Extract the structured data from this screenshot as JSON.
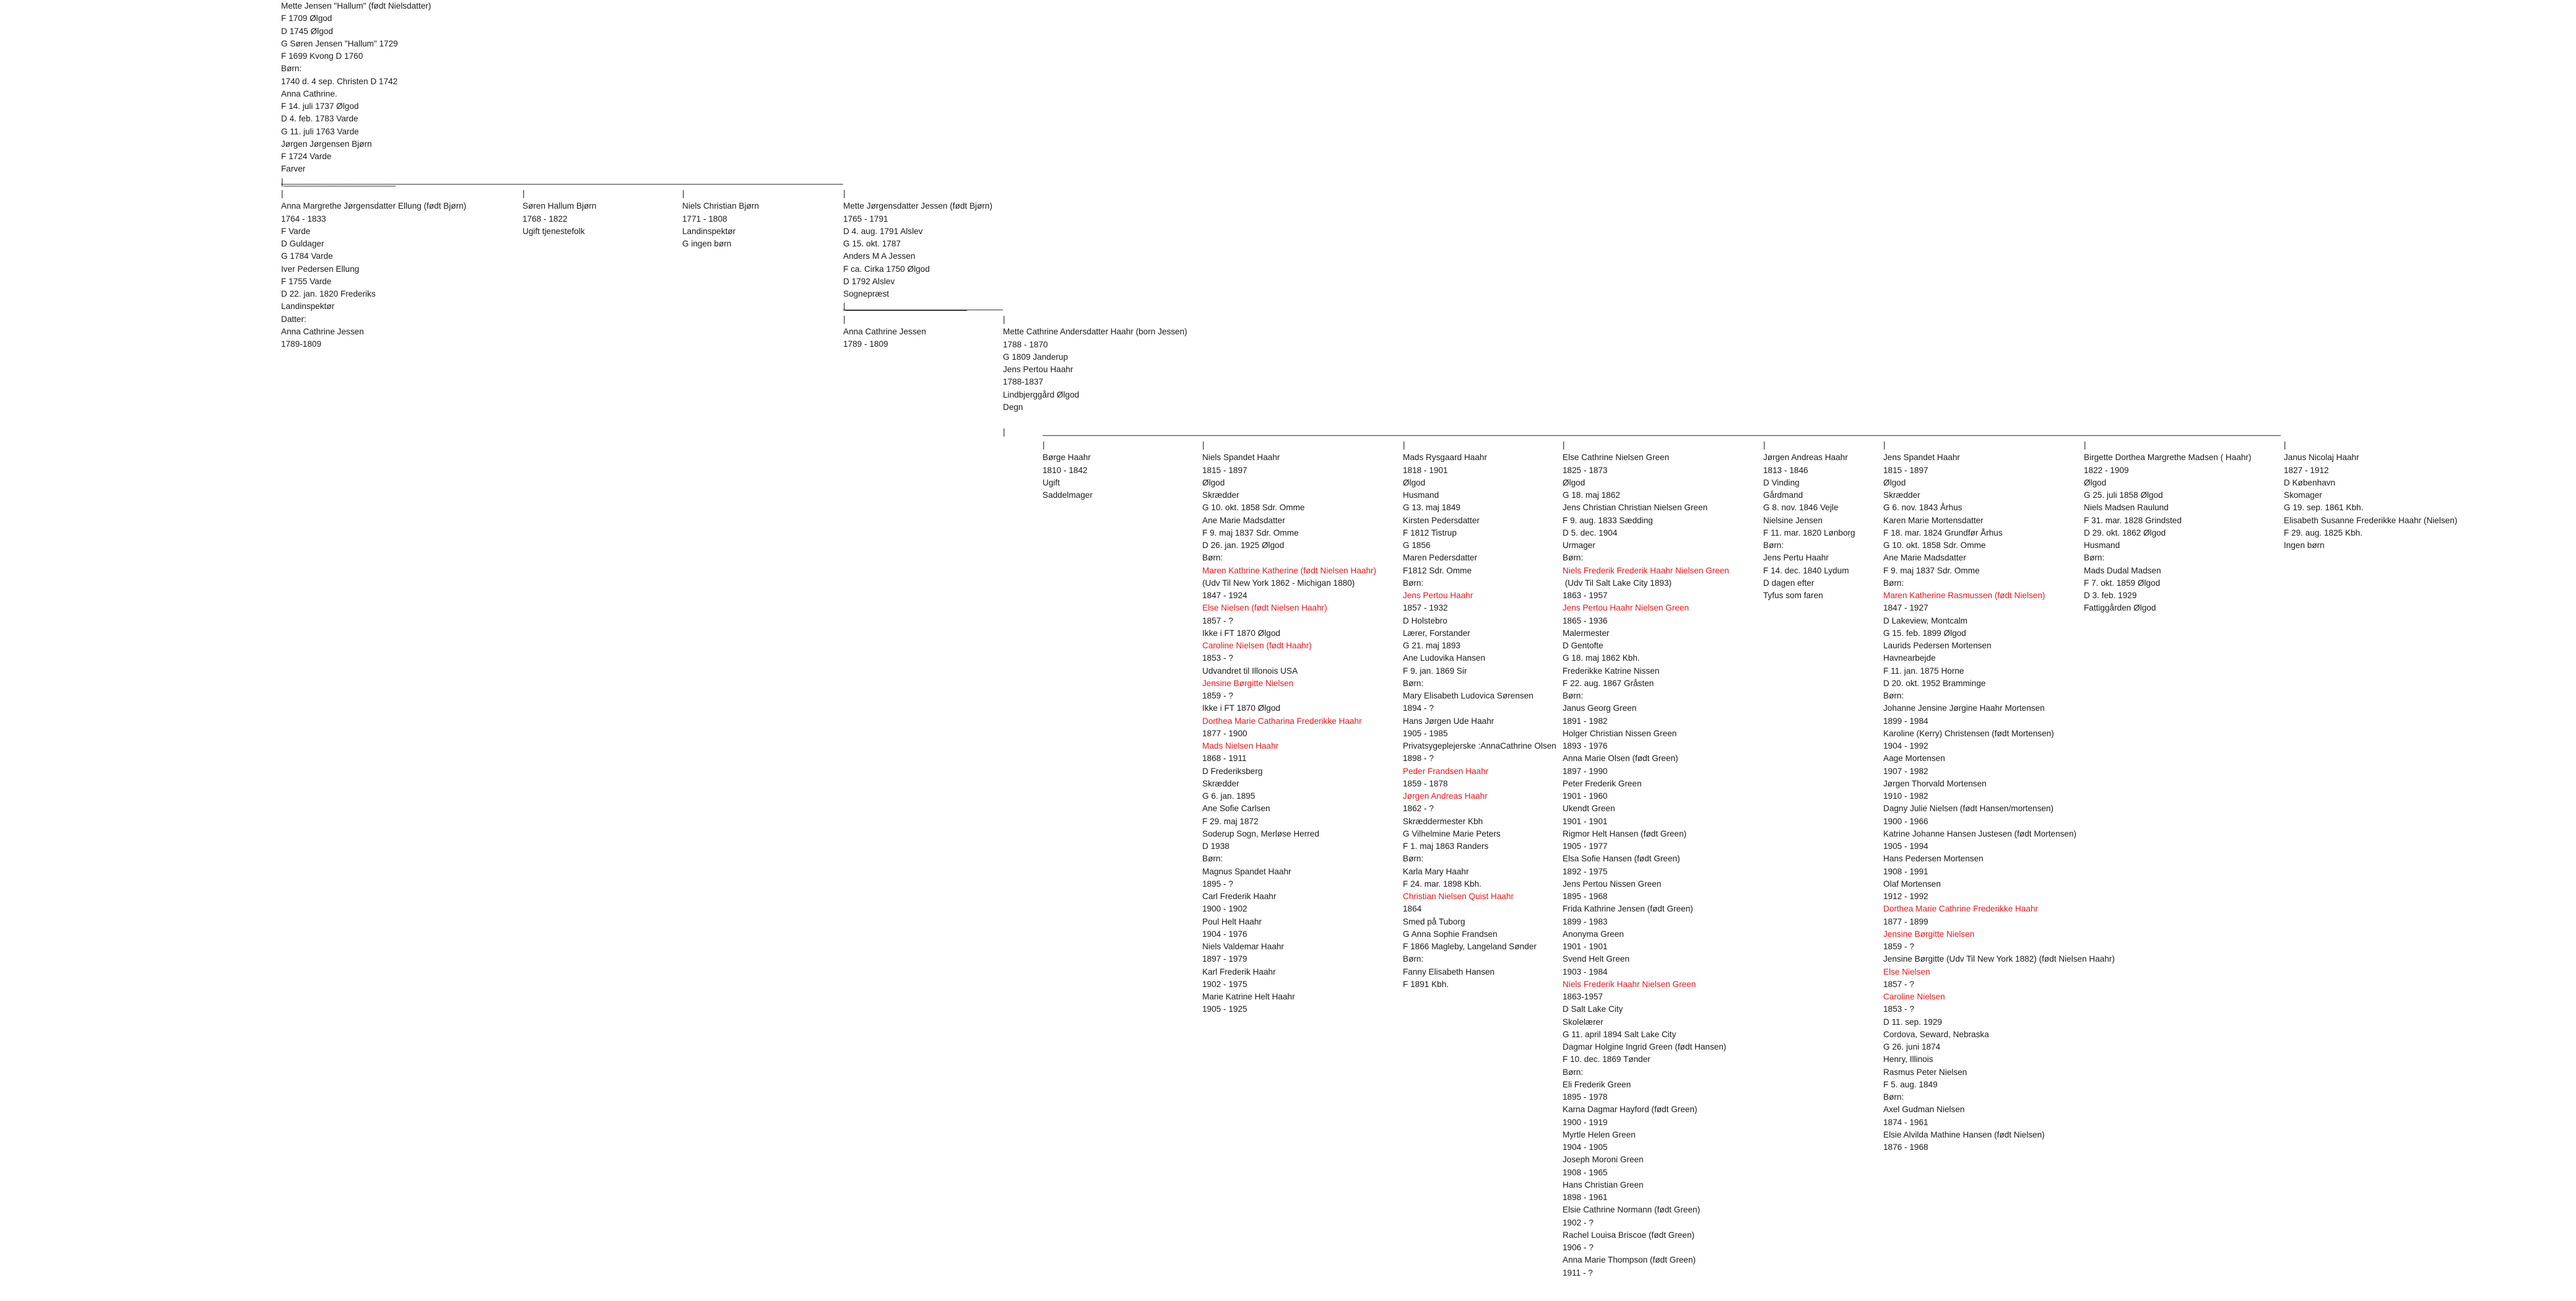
{
  "blocks": [
    {
      "id": "mette-hallum",
      "lines": [
        {
          "t": "Mette Jensen \"Hallum\" (født Nielsdatter)"
        },
        {
          "t": "F 1709 Ølgod"
        },
        {
          "t": "D 1745 Ølgod"
        },
        {
          "t": "G Søren Jensen \"Hallum\" 1729"
        },
        {
          "t": "F 1699 Kvong D 1760"
        },
        {
          "t": "Børn:"
        },
        {
          "t": "1740 d. 4 sep. Christen D 1742"
        },
        {
          "t": "Anna Cathrine."
        },
        {
          "t": "F 14. juli 1737 Ølgod"
        },
        {
          "t": "D 4. feb. 1783 Varde"
        },
        {
          "t": "G 11. juli 1763 Varde"
        },
        {
          "t": "Jørgen Jørgensen Bjørn"
        },
        {
          "t": "F 1724 Varde"
        },
        {
          "t": "Farver"
        },
        {
          "t": "|________________________"
        }
      ]
    },
    {
      "id": "anna-margrethe",
      "lines": [
        {
          "t": "|"
        },
        {
          "t": "Anna Margrethe Jørgensdatter Ellung (født Bjørn)"
        },
        {
          "t": "1764 - 1833"
        },
        {
          "t": "F Varde"
        },
        {
          "t": "D Guldager"
        },
        {
          "t": "G 1784 Varde"
        },
        {
          "t": "Iver Pedersen Ellung"
        },
        {
          "t": "F 1755 Varde"
        },
        {
          "t": "D 22. jan. 1820 Frederiks"
        },
        {
          "t": "Landinspektør"
        },
        {
          "t": "Datter:"
        },
        {
          "t": "Anna Cathrine Jessen"
        },
        {
          "t": "1789-1809"
        }
      ]
    },
    {
      "id": "soeren-hallum",
      "lines": [
        {
          "t": "|"
        },
        {
          "t": "Søren Hallum Bjørn"
        },
        {
          "t": "1768 - 1822"
        },
        {
          "t": "Ugift tjenestefolk"
        }
      ]
    },
    {
      "id": "niels-christian",
      "lines": [
        {
          "t": "|"
        },
        {
          "t": "Niels Christian Bjørn"
        },
        {
          "t": "1771 - 1808"
        },
        {
          "t": "Landinspektør"
        },
        {
          "t": "G ingen børn"
        }
      ]
    },
    {
      "id": "mette-joergensdatter",
      "lines": [
        {
          "t": "|"
        },
        {
          "t": "Mette Jørgensdatter Jessen (født Bjørn)"
        },
        {
          "t": "1765 - 1791"
        },
        {
          "t": "D 4. aug. 1791 Alslev"
        },
        {
          "t": "G 15. okt. 1787"
        },
        {
          "t": "Anders M A Jessen"
        },
        {
          "t": "F ca. Cirka 1750 Ølgod"
        },
        {
          "t": "D 1792 Alslev"
        },
        {
          "t": "Sognepræst"
        },
        {
          "t": "|__________________________"
        },
        {
          "t": "|"
        },
        {
          "t": "Anna Cathrine Jessen"
        },
        {
          "t": "1789 - 1809"
        }
      ]
    },
    {
      "id": "mette-cathrine",
      "lines": [
        {
          "t": "|"
        },
        {
          "t": "Mette Cathrine Andersdatter Haahr (born Jessen)"
        },
        {
          "t": "1788 - 1870"
        },
        {
          "t": "G 1809 Janderup"
        },
        {
          "t": "Jens Pertou Haahr"
        },
        {
          "t": "1788-1837"
        },
        {
          "t": "Lindbjerggård Ølgod"
        },
        {
          "t": "Degn"
        },
        {
          "t": ""
        },
        {
          "t": "|"
        }
      ]
    },
    {
      "id": "boerge-haahr",
      "lines": [
        {
          "t": "|"
        },
        {
          "t": "Børge Haahr"
        },
        {
          "t": "1810 - 1842"
        },
        {
          "t": "Ugift"
        },
        {
          "t": "Saddelmager"
        }
      ]
    },
    {
      "id": "niels-spandet",
      "lines": [
        {
          "t": "|"
        },
        {
          "t": "Niels Spandet Haahr"
        },
        {
          "t": "1815 - 1897"
        },
        {
          "t": "Ølgod"
        },
        {
          "t": "Skrædder"
        },
        {
          "t": "G 10. okt. 1858 Sdr. Omme"
        },
        {
          "t": "Ane Marie Madsdatter"
        },
        {
          "t": "F 9. maj 1837 Sdr. Omme"
        },
        {
          "t": "D 26. jan. 1925 Ølgod"
        },
        {
          "t": "Børn:"
        },
        {
          "t": "Maren Kathrine Katherine (født Nielsen Haahr)",
          "r": true
        },
        {
          "t": "(Udv Til New York 1862 - Michigan 1880)"
        },
        {
          "t": "1847 - 1924"
        },
        {
          "t": "Else Nielsen (født Nielsen Haahr)",
          "r": true
        },
        {
          "t": "1857 - ?"
        },
        {
          "t": "Ikke i FT 1870 Ølgod"
        },
        {
          "t": "Caroline Nielsen (født Haahr)",
          "r": true
        },
        {
          "t": "1853 - ?"
        },
        {
          "t": "Udvandret til Illonois USA"
        },
        {
          "t": "Jensine Børgitte Nielsen",
          "r": true
        },
        {
          "t": "1859 - ?"
        },
        {
          "t": "Ikke i FT 1870 Ølgod"
        },
        {
          "t": "Dorthea Marie Catharina Frederikke Haahr",
          "r": true
        },
        {
          "t": "1877 - 1900"
        },
        {
          "t": "Mads Nielsen Haahr",
          "r": true
        },
        {
          "t": "1868 - 1911"
        },
        {
          "t": "D Frederiksberg"
        },
        {
          "t": "Skrædder"
        },
        {
          "t": "G 6. jan. 1895"
        },
        {
          "t": "Ane Sofie Carlsen"
        },
        {
          "t": "F 29. maj 1872"
        },
        {
          "t": "Soderup Sogn, Merløse Herred"
        },
        {
          "t": "D 1938"
        },
        {
          "t": "Børn:"
        },
        {
          "t": "Magnus Spandet Haahr"
        },
        {
          "t": "1895 - ?"
        },
        {
          "t": "Carl Frederik Haahr"
        },
        {
          "t": "1900 - 1902"
        },
        {
          "t": "Poul Helt Haahr"
        },
        {
          "t": "1904 - 1976"
        },
        {
          "t": "Niels Valdemar Haahr"
        },
        {
          "t": "1897 - 1979"
        },
        {
          "t": "Karl Frederik Haahr"
        },
        {
          "t": "1902 - 1975"
        },
        {
          "t": "Marie Katrine Helt Haahr"
        },
        {
          "t": "1905 - 1925"
        }
      ]
    },
    {
      "id": "mads-rysgaard",
      "lines": [
        {
          "t": "|"
        },
        {
          "t": "Mads Rysgaard Haahr"
        },
        {
          "t": "1818 - 1901"
        },
        {
          "t": "Ølgod"
        },
        {
          "t": "Husmand"
        },
        {
          "t": "G 13. maj 1849"
        },
        {
          "t": "Kirsten Pedersdatter"
        },
        {
          "t": "F 1812 Tistrup"
        },
        {
          "t": "G 1856"
        },
        {
          "t": "Maren Pedersdatter"
        },
        {
          "t": "F1812 Sdr. Omme"
        },
        {
          "t": "Børn:"
        },
        {
          "t": "Jens Pertou Haahr",
          "r": true
        },
        {
          "t": "1857 - 1932"
        },
        {
          "t": "D Holstebro"
        },
        {
          "t": "Lærer, Forstander"
        },
        {
          "t": "G 21. maj 1893"
        },
        {
          "t": "Ane Ludovika Hansen"
        },
        {
          "t": "F 9. jan. 1869 Sir"
        },
        {
          "t": "Børn:"
        },
        {
          "t": "Mary Elisabeth Ludovica Sørensen"
        },
        {
          "t": "1894 - ?"
        },
        {
          "t": "Hans Jørgen Ude Haahr"
        },
        {
          "t": "1905 - 1985"
        },
        {
          "t": "Privatsygeplejerske :AnnaCathrine Olsen"
        },
        {
          "t": "1898 - ?"
        },
        {
          "t": "Peder Frandsen Haahr",
          "r": true
        },
        {
          "t": "1859 - 1878"
        },
        {
          "t": "Jørgen Andreas Haahr",
          "r": true
        },
        {
          "t": "1862 - ?"
        },
        {
          "t": "Skræddermester Kbh"
        },
        {
          "t": "G Vilhelmine Marie Peters"
        },
        {
          "t": "F 1. maj 1863 Randers"
        },
        {
          "t": "Børn:"
        },
        {
          "t": "Karla Mary Haahr"
        },
        {
          "t": "F 24. mar. 1898 Kbh."
        },
        {
          "t": "Christian Nielsen Quist Haahr",
          "r": true
        },
        {
          "t": "1864"
        },
        {
          "t": "Smed på Tuborg"
        },
        {
          "t": "G Anna Sophie Frandsen"
        },
        {
          "t": "F 1866 Magleby, Langeland Sønder"
        },
        {
          "t": "Børn:"
        },
        {
          "t": "Fanny Elisabeth Hansen"
        },
        {
          "t": "F 1891 Kbh."
        }
      ]
    },
    {
      "id": "else-cathrine",
      "lines": [
        {
          "t": "|"
        },
        {
          "t": "Else Cathrine Nielsen Green"
        },
        {
          "t": "1825 - 1873"
        },
        {
          "t": "Ølgod"
        },
        {
          "t": "G 18. maj 1862"
        },
        {
          "t": "Jens Christian Christian Nielsen Green"
        },
        {
          "t": "F 9. aug. 1833 Sædding"
        },
        {
          "t": "D 5. dec. 1904"
        },
        {
          "t": "Urmager"
        },
        {
          "t": "Børn:"
        },
        {
          "t": "Niels Frederik Frederik Haahr Nielsen Green",
          "r": true
        },
        {
          "t": " (Udv Til Salt Lake City 1893)"
        },
        {
          "t": "1863 - 1957"
        },
        {
          "t": "Jens Pertou Haahr Nielsen Green",
          "r": true
        },
        {
          "t": "1865 - 1936"
        },
        {
          "t": "Malermester"
        },
        {
          "t": "D Gentofte"
        },
        {
          "t": "G 18. maj 1862 Kbh."
        },
        {
          "t": "Frederikke Katrine Nissen"
        },
        {
          "t": "F 22. aug. 1867 Gråsten"
        },
        {
          "t": "Børn:"
        },
        {
          "t": "Janus Georg Green"
        },
        {
          "t": "1891 - 1982"
        },
        {
          "t": "Holger Christian Nissen Green"
        },
        {
          "t": "1893 - 1976"
        },
        {
          "t": "Anna Marie Olsen (født Green)"
        },
        {
          "t": "1897 - 1990"
        },
        {
          "t": "Peter Frederik Green"
        },
        {
          "t": "1901 - 1960"
        },
        {
          "t": "Ukendt Green"
        },
        {
          "t": "1901 - 1901"
        },
        {
          "t": "Rigmor Helt Hansen (født Green)"
        },
        {
          "t": "1905 - 1977"
        },
        {
          "t": "Elsa Sofie Hansen (født Green)"
        },
        {
          "t": "1892 - 1975"
        },
        {
          "t": "Jens Pertou Nissen Green"
        },
        {
          "t": "1895 - 1968"
        },
        {
          "t": "Frida Kathrine Jensen (født Green)"
        },
        {
          "t": "1899 - 1983"
        },
        {
          "t": "Anonyma Green"
        },
        {
          "t": "1901 - 1901"
        },
        {
          "t": "Svend Helt Green"
        },
        {
          "t": "1903 - 1984"
        },
        {
          "t": "Niels Frederik Haahr Nielsen Green",
          "r": true
        },
        {
          "t": "1863-1957"
        },
        {
          "t": "D Salt Lake City"
        },
        {
          "t": "Skolelærer"
        },
        {
          "t": "G 11. april 1894 Salt Lake City"
        },
        {
          "t": "Dagmar Holgine Ingrid Green (født Hansen)"
        },
        {
          "t": "F 10. dec. 1869 Tønder"
        },
        {
          "t": "Børn:"
        },
        {
          "t": "Eli Frederik Green"
        },
        {
          "t": "1895 - 1978"
        },
        {
          "t": "Karna Dagmar Hayford (født Green)"
        },
        {
          "t": "1900 - 1919"
        },
        {
          "t": "Myrtle Helen Green"
        },
        {
          "t": "1904 - 1905"
        },
        {
          "t": "Joseph Moroni Green"
        },
        {
          "t": "1908 - 1965"
        },
        {
          "t": "Hans Christian Green"
        },
        {
          "t": "1898 - 1961"
        },
        {
          "t": "Elsie Cathrine Normann (født Green)"
        },
        {
          "t": "1902 - ?"
        },
        {
          "t": "Rachel Louisa Briscoe (født Green)"
        },
        {
          "t": "1906 - ?"
        },
        {
          "t": "Anna Marie Thompson (født Green)"
        },
        {
          "t": "1911 - ?"
        }
      ]
    },
    {
      "id": "joergen-andreas",
      "lines": [
        {
          "t": "|"
        },
        {
          "t": "Jørgen Andreas Haahr"
        },
        {
          "t": "1813 - 1846"
        },
        {
          "t": "D Vinding"
        },
        {
          "t": "Gårdmand"
        },
        {
          "t": "G 8. nov. 1846 Vejle"
        },
        {
          "t": "Nielsine Jensen"
        },
        {
          "t": "F 11. mar. 1820 Lønborg"
        },
        {
          "t": "Børn:"
        },
        {
          "t": "Jens Pertu Haahr"
        },
        {
          "t": "F 14. dec. 1840 Lydum"
        },
        {
          "t": "D dagen efter"
        },
        {
          "t": "Tyfus som faren"
        }
      ]
    },
    {
      "id": "jens-spandet",
      "lines": [
        {
          "t": "|"
        },
        {
          "t": "Jens Spandet Haahr"
        },
        {
          "t": "1815 - 1897"
        },
        {
          "t": "Ølgod"
        },
        {
          "t": "Skrædder"
        },
        {
          "t": "G 6. nov. 1843 Århus"
        },
        {
          "t": "Karen Marie Mortensdatter"
        },
        {
          "t": "F 18. mar. 1824 Grundfør Århus"
        },
        {
          "t": "G 10. okt. 1858 Sdr. Omme"
        },
        {
          "t": "Ane Marie Madsdatter"
        },
        {
          "t": "F 9. maj 1837 Sdr. Omme"
        },
        {
          "t": "Børn:"
        },
        {
          "t": "Maren Katherine Rasmussen (født Nielsen)",
          "r": true
        },
        {
          "t": "1847 - 1927"
        },
        {
          "t": "D Lakeview, Montcalm"
        },
        {
          "t": "G 15. feb. 1899 Ølgod"
        },
        {
          "t": "Laurids Pedersen Mortensen"
        },
        {
          "t": "Havnearbejde"
        },
        {
          "t": "F 11. jan. 1875 Horne"
        },
        {
          "t": "D 20. okt. 1952 Bramminge"
        },
        {
          "t": "Børn:"
        },
        {
          "t": "Johanne Jensine Jørgine Haahr Mortensen"
        },
        {
          "t": "1899 - 1984"
        },
        {
          "t": "Karoline (Kerry) Christensen (født Mortensen)"
        },
        {
          "t": "1904 - 1992"
        },
        {
          "t": "Aage Mortensen"
        },
        {
          "t": "1907 - 1982"
        },
        {
          "t": "Jørgen Thorvald Mortensen"
        },
        {
          "t": "1910 - 1982"
        },
        {
          "t": "Dagny Julie Nielsen (født Hansen/mortensen)"
        },
        {
          "t": "1900 - 1966"
        },
        {
          "t": "Katrine Johanne Hansen Justesen (født Mortensen)"
        },
        {
          "t": "1905 - 1994"
        },
        {
          "t": "Hans Pedersen Mortensen"
        },
        {
          "t": "1908 - 1991"
        },
        {
          "t": "Olaf Mortensen"
        },
        {
          "t": "1912 - 1992"
        },
        {
          "t": "Dorthea Marie Cathrine Frederikke Haahr",
          "r": true
        },
        {
          "t": "1877 - 1899"
        },
        {
          "t": "Jensine Børgitte Nielsen",
          "r": true
        },
        {
          "t": "1859 - ?"
        },
        {
          "t": "Jensine Børgitte (Udv Til New York 1882) (født Nielsen Haahr)"
        },
        {
          "t": "Else Nielsen",
          "r": true
        },
        {
          "t": "1857 - ?"
        },
        {
          "t": "Caroline Nielsen",
          "r": true
        },
        {
          "t": "1853 - ?"
        },
        {
          "t": "D 11. sep. 1929"
        },
        {
          "t": "Cordova, Seward, Nebraska"
        },
        {
          "t": "G 26. juni 1874"
        },
        {
          "t": "Henry, Illinois"
        },
        {
          "t": "Rasmus Peter Nielsen"
        },
        {
          "t": "F 5. aug. 1849"
        },
        {
          "t": "Børn:"
        },
        {
          "t": "Axel Gudman Nielsen"
        },
        {
          "t": "1874 - 1961"
        },
        {
          "t": "Elsie Alvilda Mathine Hansen (født Nielsen)"
        },
        {
          "t": "1876 - 1968"
        }
      ]
    },
    {
      "id": "birgette-dorthea",
      "lines": [
        {
          "t": "|"
        },
        {
          "t": "Birgette Dorthea Margrethe Madsen ( Haahr)"
        },
        {
          "t": "1822 - 1909"
        },
        {
          "t": "Ølgod"
        },
        {
          "t": "G 25. juli 1858 Ølgod"
        },
        {
          "t": "Niels Madsen Raulund"
        },
        {
          "t": "F 31. mar. 1828 Grindsted"
        },
        {
          "t": "D 29. okt. 1862 Ølgod"
        },
        {
          "t": "Husmand"
        },
        {
          "t": "Børn:"
        },
        {
          "t": "Mads Dudal Madsen"
        },
        {
          "t": "F 7. okt. 1859 Ølgod"
        },
        {
          "t": "D 3. feb. 1929"
        },
        {
          "t": "Fattiggården Ølgod"
        }
      ]
    },
    {
      "id": "janus-nicolaj",
      "lines": [
        {
          "t": "|"
        },
        {
          "t": "Janus Nicolaj Haahr"
        },
        {
          "t": "1827 - 1912"
        },
        {
          "t": "D København"
        },
        {
          "t": "Skomager"
        },
        {
          "t": "G 19. sep. 1861 Kbh."
        },
        {
          "t": "Elisabeth Susanne Frederikke Haahr (Nielsen)"
        },
        {
          "t": "F 29. aug. 1825 Kbh."
        },
        {
          "t": "Ingen børn"
        }
      ]
    }
  ]
}
